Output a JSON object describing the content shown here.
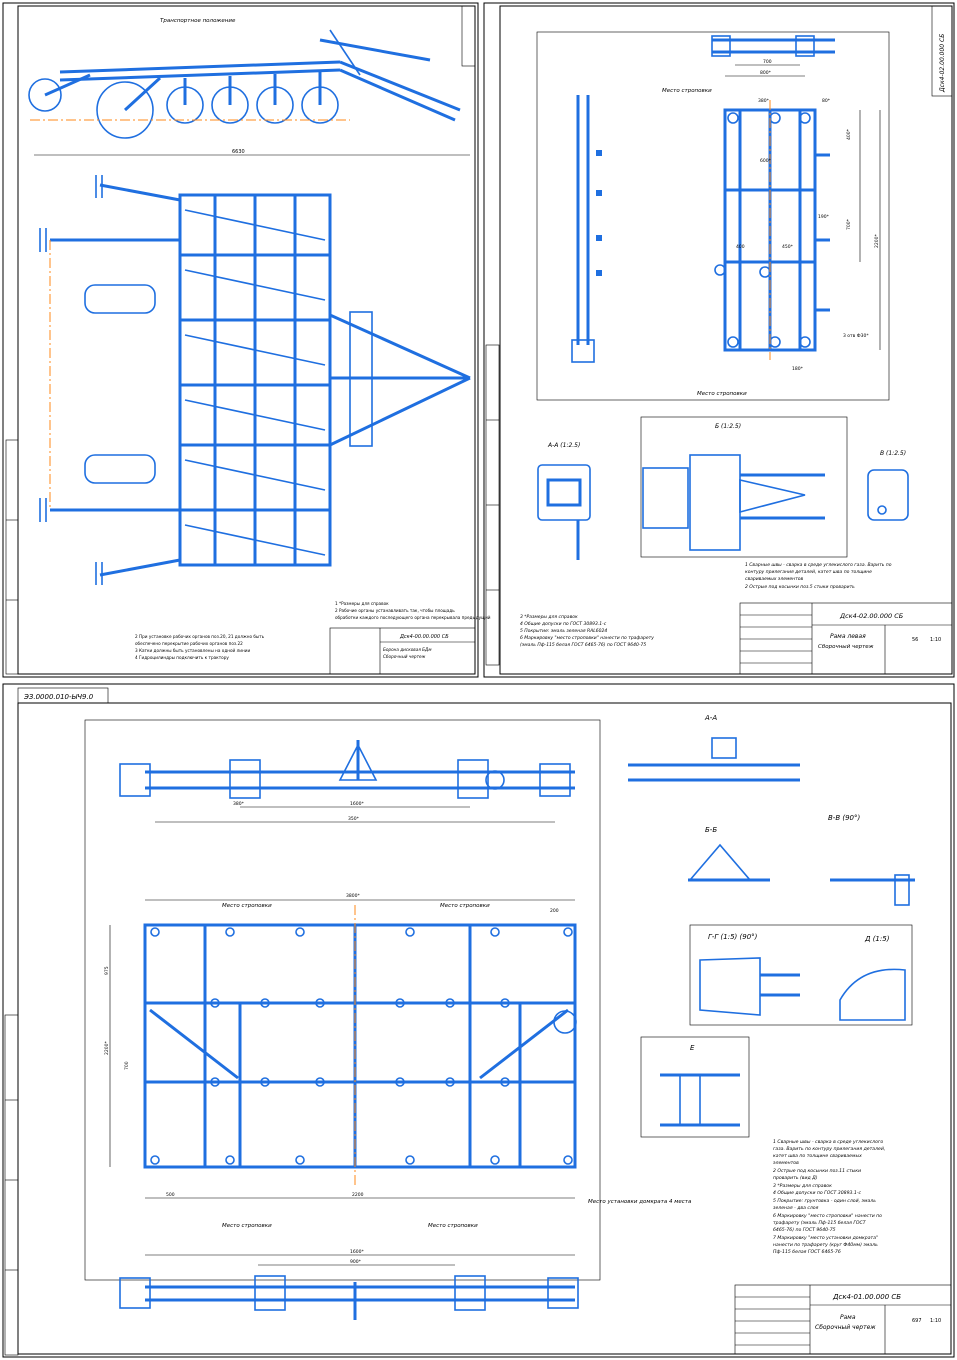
{
  "sheet_general": {
    "header_text": "Транспортное положение",
    "bottom_notes": [
      "1 *Размеры для справок",
      "2 Рабочие органы устанавливать так, чтобы площадь",
      "обработки каждого последующего органа перекрывала предыдущий"
    ],
    "left_notes": [
      "2 При установке рабочих органов поз.20, 21 должно быть",
      "обеспечено перекрытие рабочих органов поз.22",
      "3 Катки должны быть установлены на одной линии",
      "4 Гидроцилиндры подключить к трактору"
    ],
    "title_code": "Дск4-00.00.000 СБ",
    "title_name": "Борона дисковая БДм",
    "title_sub": "Сборочный чертеж",
    "dim": "6630"
  },
  "sheet_left_frame": {
    "title_code": "Дск4-02.00.000 СБ",
    "title_name": "Рама левая",
    "title_sub": "Сборочный чертеж",
    "place_labels": [
      "Место строповки",
      "Место строповки"
    ],
    "dims": [
      "700",
      "800*",
      "380*",
      "80*",
      "600*",
      "400*",
      "700*",
      "2200*",
      "400",
      "450*",
      "3 отв Ф30*",
      "190*",
      "180*"
    ],
    "sections": [
      "А-А (1:2.5)",
      "Б (1:2.5)",
      "В (1:2.5)"
    ],
    "notes": [
      "1 Сварные швы - сварка в среде углекислого газа. Варить по",
      "контуру прилегания деталей, катет шва по толщине",
      "свариваемых элементов",
      "2 Острые под косынки поз.5 стыки проварить",
      "3 *Размеры для справок",
      "4 Общие допуски по ГОСТ 30893.1-с",
      "5 Покрытие: эмаль зеленая RAL6024",
      "6 Маркировку \"место строповки\" нанести по трафарету",
      "(эмаль Пф-115 белая ГОСТ 6465-76) по ГОСТ 9640-75"
    ],
    "mass": "56",
    "scale": "1:10",
    "side_code": "Дск4-02.00.000 СБ"
  },
  "sheet_frame": {
    "side_code": "ЭЗ.0000.010-ЫЧ9.0",
    "title_code": "Дск4-01.00.000 СБ",
    "title_name": "Рама",
    "title_sub": "Сборочный чертеж",
    "dims": [
      "3800*",
      "1600*",
      "380*",
      "350*",
      "200",
      "2200*",
      "700",
      "975",
      "900*",
      "1600*",
      "500",
      "2200"
    ],
    "place_labels": [
      "Место строповки",
      "Место строповки",
      "Место строповки",
      "Место строповки",
      "Место установки домкрата 4 места"
    ],
    "sections": [
      "А-А",
      "Б-Б",
      "В-В (90°)",
      "Г-Г (1:5) (90°)",
      "Д (1:5)",
      "Е"
    ],
    "notes": [
      "1 Сварные швы - сварка в среде углекислого",
      "газа. Варить по контуру прилегания деталей,",
      "катет шва по толщине свариваемых",
      "элементов",
      "2 Острые под косынки поз.11 стыки",
      "проварить (вид Д)",
      "3 *Размеры для справок",
      "4 Общие допуски по ГОСТ 30893.1-с",
      "5 Покрытие: грунтовка - один слой, эмаль",
      "зеленая - два слоя",
      "6 Маркировку \"место строповки\" нанести по",
      "трафарету (эмаль Пф-115 белая ГОСТ",
      "6465-76) по ГОСТ 9640-75",
      "7 Маркировку \"место установки домкрата\"",
      "нанести по трафарету (круг Ф40мм) эмаль",
      "Пф-115 белая ГОСТ 6465-76"
    ],
    "mass": "697",
    "scale": "1:10"
  },
  "colors": {
    "line": "#1f6fe0",
    "axis": "#ff8a1a",
    "ink": "#000000"
  }
}
